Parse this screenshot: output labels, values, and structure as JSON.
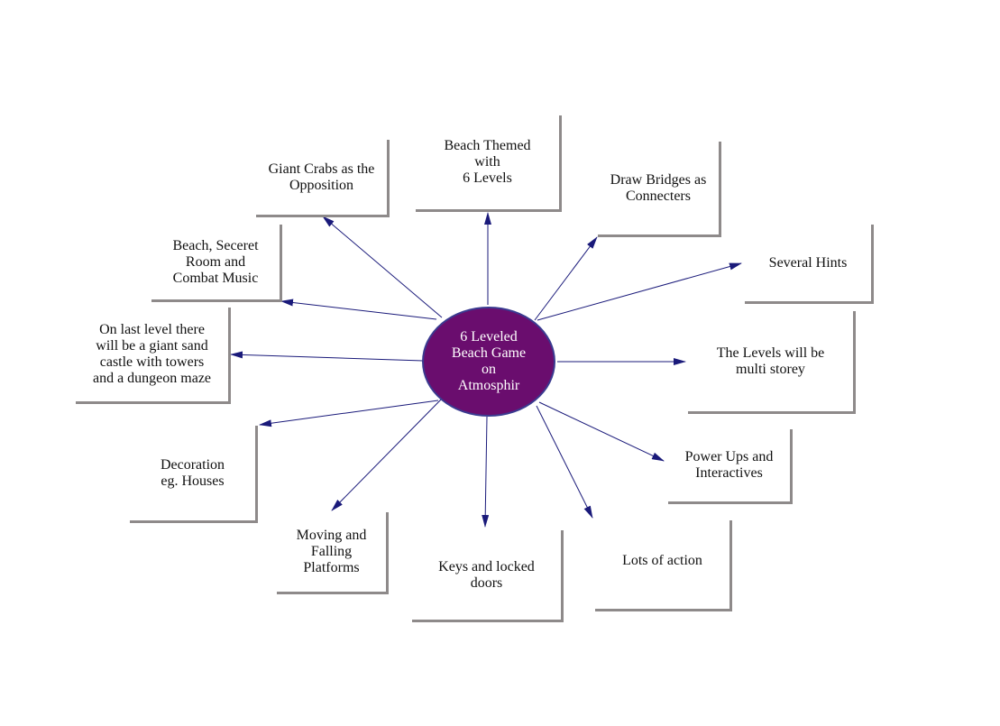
{
  "diagram": {
    "center": {
      "label": "6 Leveled\nBeach Game\non\nAtmosphir"
    },
    "colors": {
      "center_fill": "#6a0d6e",
      "arrow": "#1a1a7a",
      "box_shadow": "#8e8a8a"
    },
    "nodes": [
      {
        "label": "Beach Themed\nwith\n6 Levels"
      },
      {
        "label": "Draw Bridges as\nConnecters"
      },
      {
        "label": "Several Hints"
      },
      {
        "label": "The Levels will be\nmulti storey"
      },
      {
        "label": "Power Ups and\nInteractives"
      },
      {
        "label": "Lots of action"
      },
      {
        "label": "Keys and locked\ndoors"
      },
      {
        "label": "Moving and\nFalling\nPlatforms"
      },
      {
        "label": "Decoration\neg. Houses"
      },
      {
        "label": "On last level there\nwill be a giant sand\ncastle with towers\nand a dungeon maze"
      },
      {
        "label": "Beach, Seceret\nRoom and\nCombat Music"
      },
      {
        "label": "Giant Crabs as the\nOpposition"
      }
    ]
  }
}
